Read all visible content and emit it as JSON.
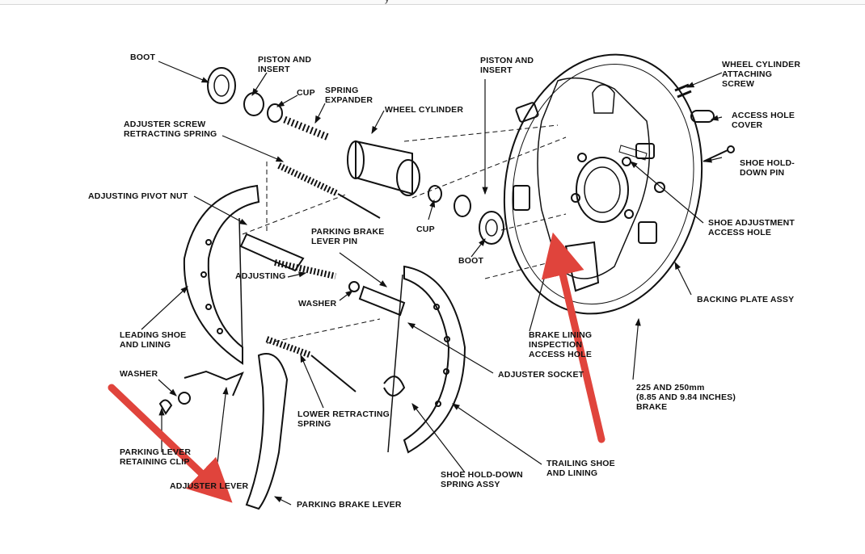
{
  "page": {
    "top_fragment": "y"
  },
  "labels": {
    "boot_top": "BOOT",
    "piston_insert_left": [
      "PISTON AND",
      "INSERT"
    ],
    "cup_top": "CUP",
    "spring_expander": [
      "SPRING",
      "EXPANDER"
    ],
    "wheel_cylinder": "WHEEL CYLINDER",
    "adjuster_screw_spring": [
      "ADJUSTER SCREW",
      "RETRACTING SPRING"
    ],
    "adjusting_pivot_nut": "ADJUSTING PIVOT NUT",
    "cup_mid": "CUP",
    "boot_mid": "BOOT",
    "piston_insert_right": [
      "PISTON AND",
      "INSERT"
    ],
    "parking_brake_lever_pin": [
      "PARKING BRAKE",
      "LEVER PIN"
    ],
    "adjusting": "ADJUSTING",
    "washer_mid": "WASHER",
    "leading_shoe": [
      "LEADING SHOE",
      "AND LINING"
    ],
    "washer_left": "WASHER",
    "parking_lever_clip": [
      "PARKING LEVER",
      "RETAINING CLIP"
    ],
    "adjuster_lever": "ADJUSTER LEVER",
    "lower_retracting_spring": [
      "LOWER RETRACTING",
      "SPRING"
    ],
    "parking_brake_lever": "PARKING BRAKE LEVER",
    "shoe_holddown_spring": [
      "SHOE HOLD-DOWN",
      "SPRING ASSY"
    ],
    "trailing_shoe": [
      "TRAILING SHOE",
      "AND LINING"
    ],
    "adjuster_socket": "ADJUSTER SOCKET",
    "brake_lining_inspection": [
      "BRAKE LINING",
      "INSPECTION",
      "ACCESS HOLE"
    ],
    "brake_size": [
      "225 AND 250mm",
      "(8.85 AND 9.84 INCHES)",
      "BRAKE"
    ],
    "backing_plate": "BACKING PLATE ASSY",
    "shoe_adjustment_hole": [
      "SHOE ADJUSTMENT",
      "ACCESS HOLE"
    ],
    "shoe_holddown_pin": [
      "SHOE HOLD-",
      "DOWN PIN"
    ],
    "access_hole_cover": [
      "ACCESS HOLE",
      "COVER"
    ],
    "wheel_cylinder_screw": [
      "WHEEL CYLINDER",
      "ATTACHING",
      "SCREW"
    ]
  },
  "annotations": {
    "arrow_color": "#e0443c",
    "line_color": "#111111"
  }
}
